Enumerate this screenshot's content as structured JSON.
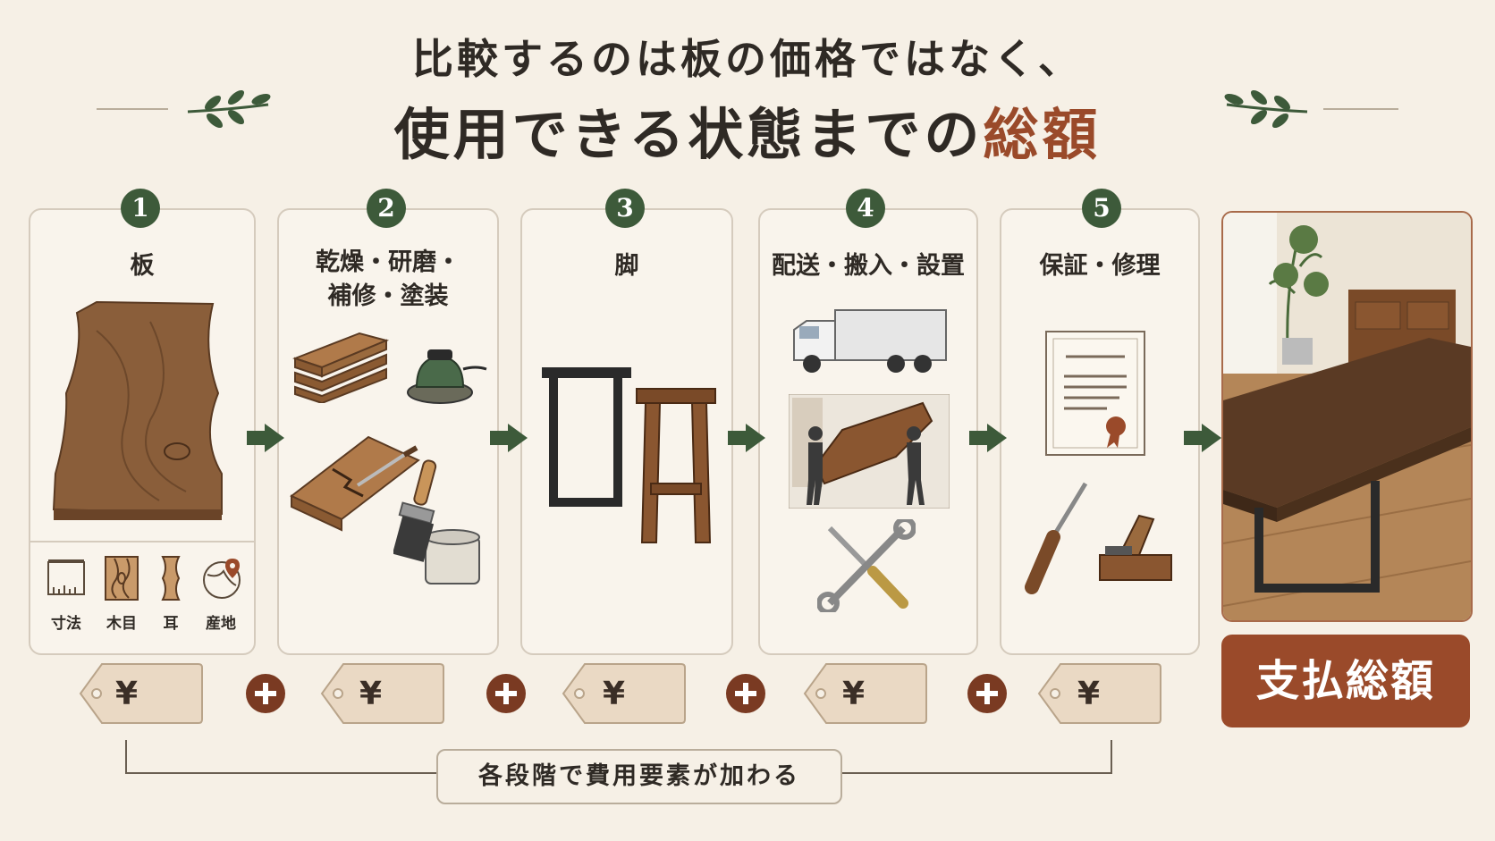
{
  "title": {
    "line1": "比較するのは板の価格ではなく、",
    "line2_main": "使用できる状態までの",
    "line2_accent": "総額"
  },
  "steps": [
    {
      "number": "1",
      "label_lines": [
        "板"
      ],
      "attributes": [
        "寸法",
        "木目",
        "耳",
        "産地"
      ]
    },
    {
      "number": "2",
      "label_lines": [
        "乾燥・研磨・",
        "補修・塗装"
      ]
    },
    {
      "number": "3",
      "label_lines": [
        "脚"
      ]
    },
    {
      "number": "4",
      "label_lines": [
        "配送・搬入・設置"
      ]
    },
    {
      "number": "5",
      "label_lines": [
        "保証・修理"
      ]
    }
  ],
  "price_symbol": "¥",
  "total_label": "支払総額",
  "summary_label": "各段階で費用要素が加わる",
  "colors": {
    "accent": "#9a4a2a",
    "badge": "#3d5a3a",
    "background": "#f6f0e6"
  }
}
